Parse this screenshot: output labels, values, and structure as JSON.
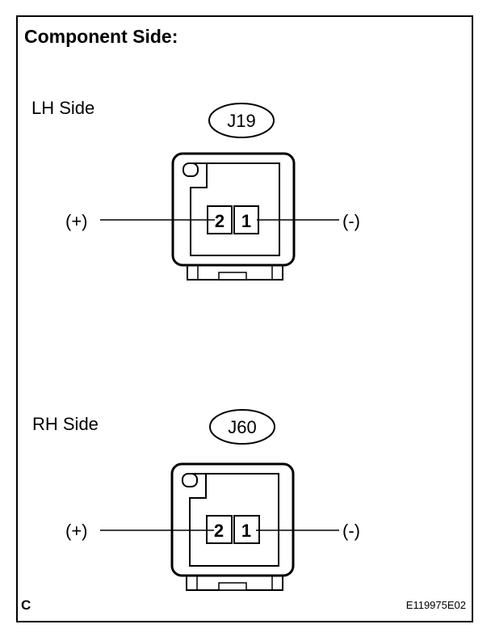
{
  "title": "Component Side:",
  "connectors": [
    {
      "side_label": "LH Side",
      "connector_id": "J19",
      "terminals": [
        "2",
        "1"
      ],
      "left_polarity": "(+)",
      "right_polarity": "(-)"
    },
    {
      "side_label": "RH Side",
      "connector_id": "J60",
      "terminals": [
        "2",
        "1"
      ],
      "left_polarity": "(+)",
      "right_polarity": "(-)"
    }
  ],
  "corner_label": "C",
  "figure_code": "E119975E02"
}
